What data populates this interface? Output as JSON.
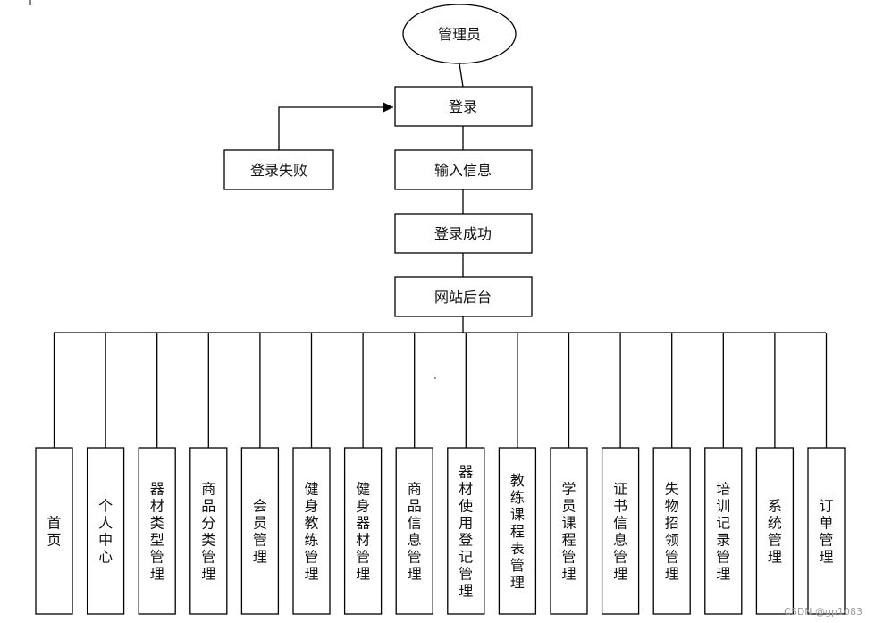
{
  "diagram": {
    "root": "管理员",
    "flow": {
      "login": "登录",
      "login_fail": "登录失败",
      "input_info": "输入信息",
      "login_success": "登录成功",
      "backend": "网站后台"
    },
    "modules": [
      "首页",
      "个人中心",
      "器材类型管理",
      "商品分类管理",
      "会员管理",
      "健身教练管理",
      "健身器材管理",
      "商品信息管理",
      "器材使用登记管理",
      "教练课程表管理",
      "学员课程管理",
      "证书信息管理",
      "失物招领管理",
      "培训记录管理",
      "系统管理",
      "订单管理"
    ]
  },
  "watermark": "CSDN @gp1083",
  "colors": {
    "stroke": "#000000",
    "fill": "#ffffff",
    "text": "#111111"
  }
}
